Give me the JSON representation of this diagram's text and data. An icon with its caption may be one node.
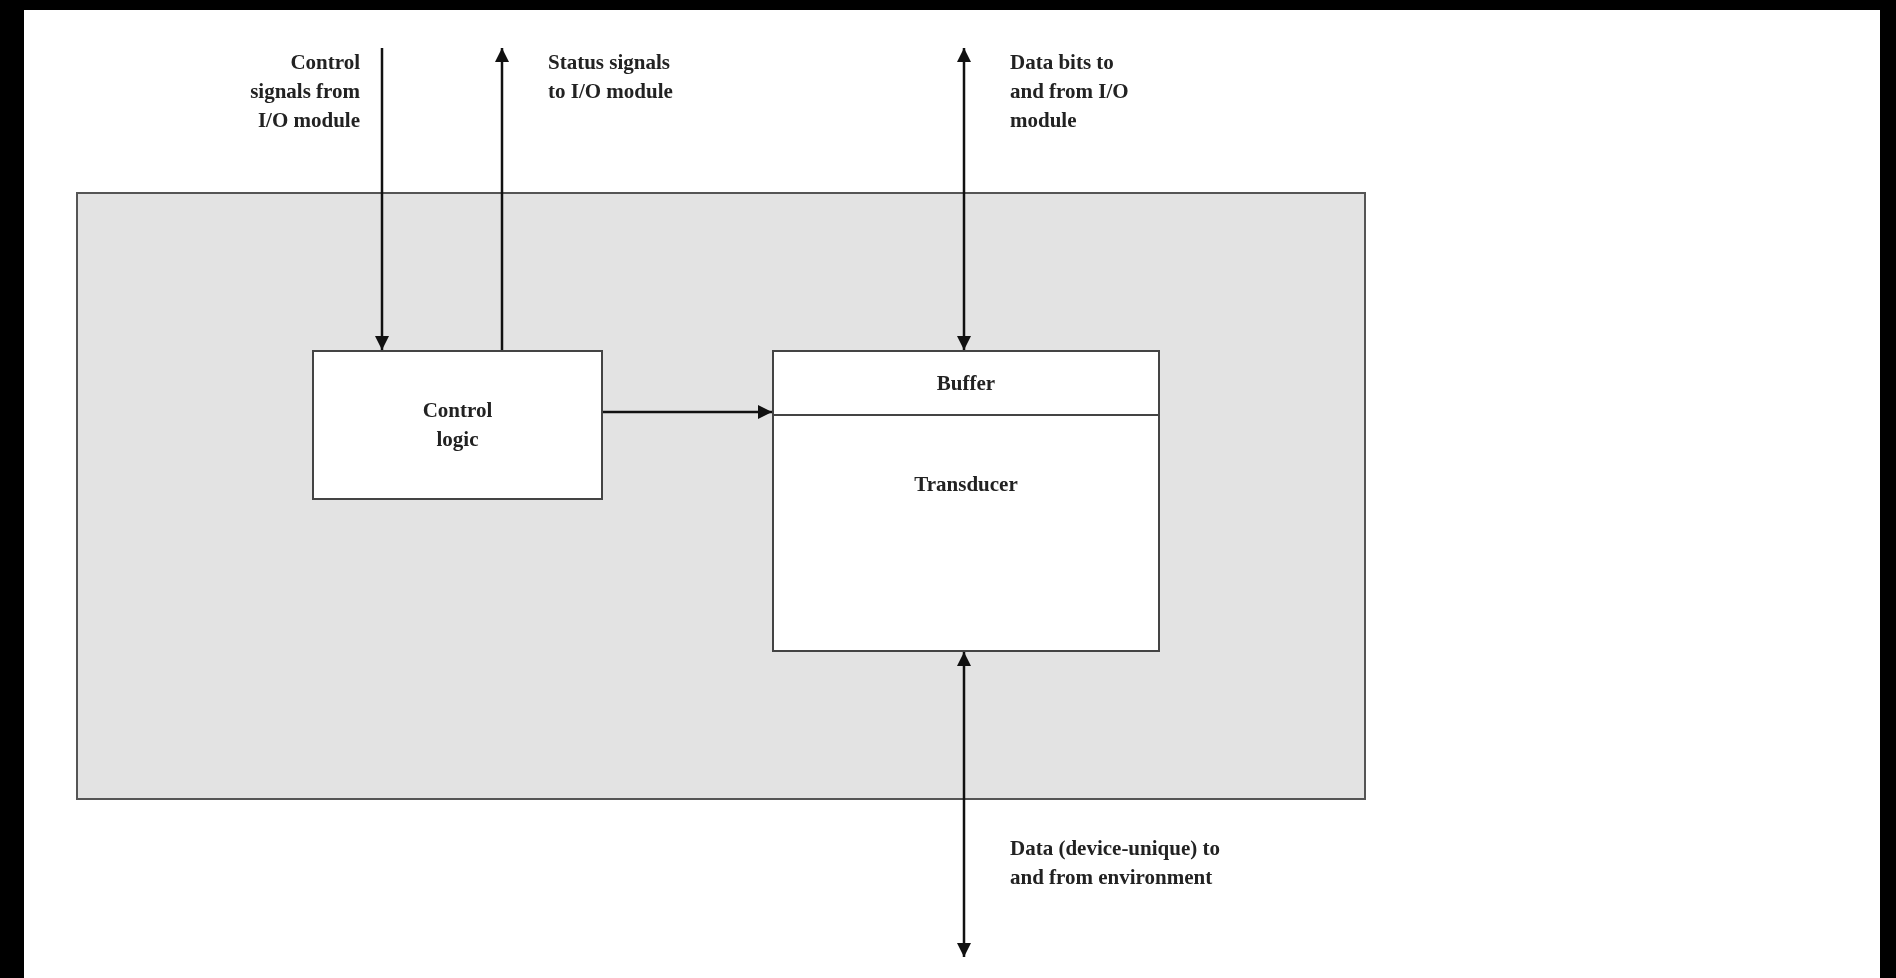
{
  "diagram": {
    "nodes": [
      {
        "text": [],
        "shape": "box"
      },
      {
        "text": [
          "Control logic"
        ],
        "in": 0
      },
      {
        "text": [
          "Buffer",
          "Transducer"
        ],
        "in": 0
      },
      {
        "text": [
          "Control signals from I/O module"
        ]
      },
      {
        "text": [
          "Status signals to I/O module"
        ]
      },
      {
        "text": [
          "Data bits to and from I/O module"
        ]
      },
      {
        "text": [
          "Data (device-unique) to and from environment"
        ]
      }
    ],
    "edges": [
      {
        "from": 3,
        "to": 1,
        "arrow": "to"
      },
      {
        "from": 1,
        "to": 4,
        "arrow": "to"
      },
      {
        "from": 5,
        "to": 2,
        "arrow": "both"
      },
      {
        "from": 1,
        "to": 2,
        "arrow": "to"
      },
      {
        "from": 2,
        "to": 6,
        "arrow": "both"
      }
    ]
  }
}
